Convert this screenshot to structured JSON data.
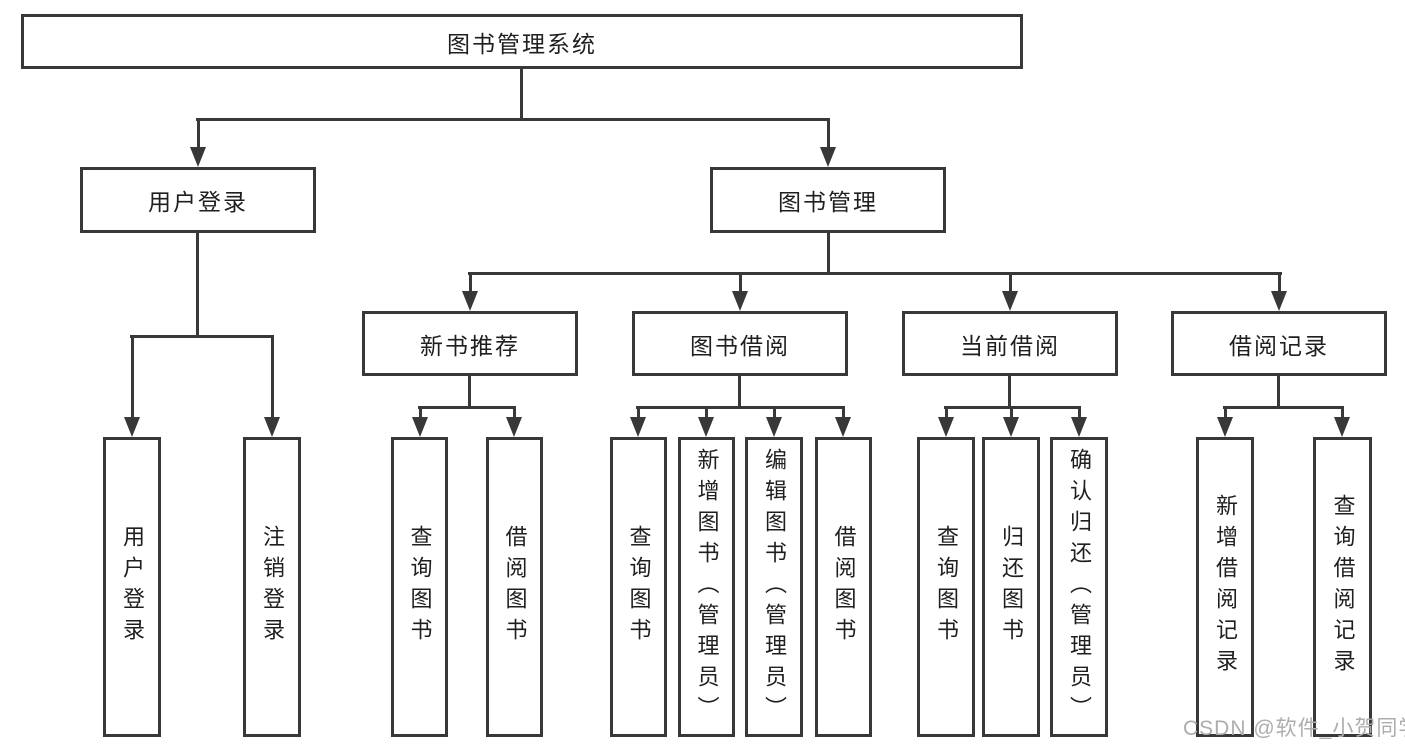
{
  "tree": {
    "label": "图书管理系统",
    "children": [
      {
        "label": "用户登录",
        "children": [
          {
            "label": "用户登录"
          },
          {
            "label": "注销登录"
          }
        ]
      },
      {
        "label": "图书管理",
        "children": [
          {
            "label": "新书推荐",
            "children": [
              {
                "label": "查询图书"
              },
              {
                "label": "借阅图书"
              }
            ]
          },
          {
            "label": "图书借阅",
            "children": [
              {
                "label": "查询图书"
              },
              {
                "label": "新增图书（管理员）"
              },
              {
                "label": "编辑图书（管理员）"
              },
              {
                "label": "借阅图书"
              }
            ]
          },
          {
            "label": "当前借阅",
            "children": [
              {
                "label": "查询图书"
              },
              {
                "label": "归还图书"
              },
              {
                "label": "确认归还（管理员）"
              }
            ]
          },
          {
            "label": "借阅记录",
            "children": [
              {
                "label": "新增借阅记录"
              },
              {
                "label": "查询借阅记录"
              }
            ]
          }
        ]
      }
    ]
  },
  "watermark": {
    "text": "CSDN @软件_小贺同学"
  },
  "colors": {
    "line": "#383838",
    "text": "#1f1f1f",
    "watermark": "#adadad",
    "background": "#ffffff"
  }
}
